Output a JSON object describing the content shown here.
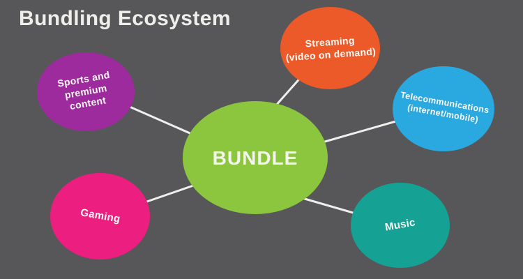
{
  "title": "Bundling Ecosystem",
  "canvas": {
    "background_color": "#57575A",
    "connector_color": "#EFEFED",
    "title_color": "#EFEEEB",
    "label_color": "#FAF9F6"
  },
  "diagram": {
    "type": "mind-map",
    "center": {
      "id": "bundle",
      "label": "BUNDLE",
      "color": "#8CC63F"
    },
    "nodes": [
      {
        "id": "sports-premium-content",
        "label": "Sports and\npremium\ncontent",
        "color": "#9D2B9E"
      },
      {
        "id": "streaming",
        "label": "Streaming\n(video on demand)",
        "color": "#ED5A29"
      },
      {
        "id": "telecommunications",
        "label": "Telecommunications\n(internet/mobile)",
        "color": "#29A9E0"
      },
      {
        "id": "gaming",
        "label": "Gaming",
        "color": "#EC1E80"
      },
      {
        "id": "music",
        "label": "Music",
        "color": "#15A294"
      }
    ],
    "connections": [
      {
        "from": "bundle",
        "to": "sports-premium-content"
      },
      {
        "from": "bundle",
        "to": "streaming"
      },
      {
        "from": "bundle",
        "to": "telecommunications"
      },
      {
        "from": "bundle",
        "to": "gaming"
      },
      {
        "from": "bundle",
        "to": "music"
      }
    ]
  }
}
